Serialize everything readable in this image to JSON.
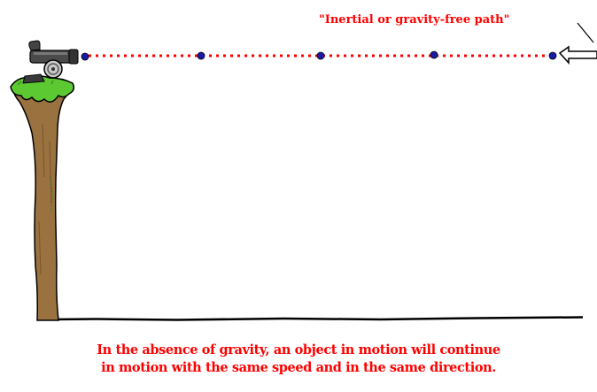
{
  "label": "\"Inertial or gravity-free path\"",
  "caption": {
    "line1": "In the absence of gravity, an object in motion will continue",
    "line2": "in motion with the same speed and in the same direction."
  },
  "colors": {
    "label": "#ff0000",
    "path_dots": "#ff0000",
    "ball": "#1a1aa8",
    "grass": "#5cc832",
    "cliff": "#9a7240",
    "cannon": "#444444",
    "ground": "#000000"
  },
  "icons": [
    "cannon-icon",
    "cliff-icon",
    "cannonball-icon",
    "arrow-icon"
  ]
}
